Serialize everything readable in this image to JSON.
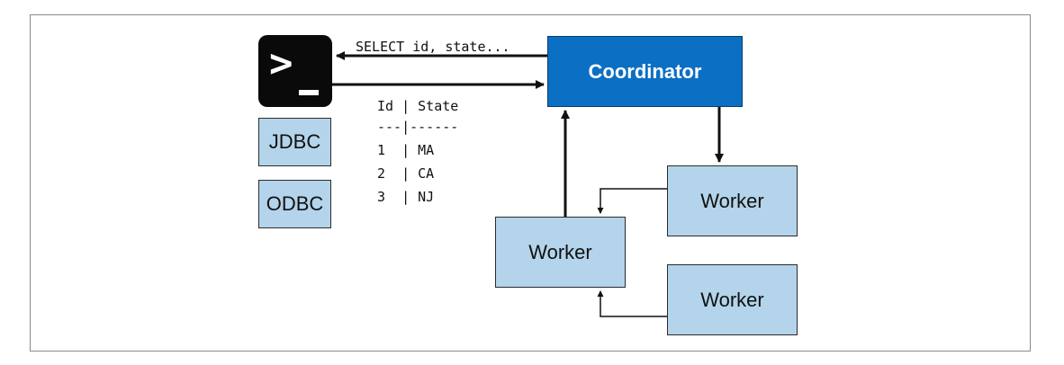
{
  "client": {
    "terminal_icon": "terminal-prompt-icon",
    "drivers": [
      "JDBC",
      "ODBC"
    ]
  },
  "query_text": "SELECT id, state...",
  "result_table": {
    "header_line": "Id | State",
    "separator_line": "---|------",
    "rows": [
      "1  | MA",
      "2  | CA",
      "3  | NJ"
    ]
  },
  "coordinator": {
    "label": "Coordinator"
  },
  "workers": [
    {
      "label": "Worker"
    },
    {
      "label": "Worker"
    },
    {
      "label": "Worker"
    }
  ],
  "colors": {
    "coordinator_fill": "#0b6fc4",
    "node_fill": "#b3d4ea",
    "terminal_fill": "#0a0a0a"
  }
}
